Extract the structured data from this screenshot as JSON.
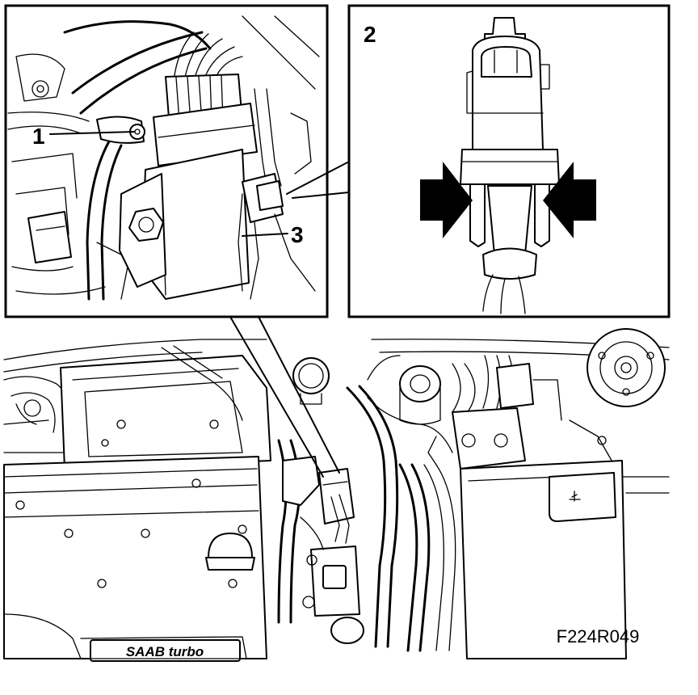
{
  "figure_code": "F224R049",
  "callouts": {
    "one": "1",
    "two": "2",
    "three": "3"
  },
  "badge_text": "SAAB turbo"
}
